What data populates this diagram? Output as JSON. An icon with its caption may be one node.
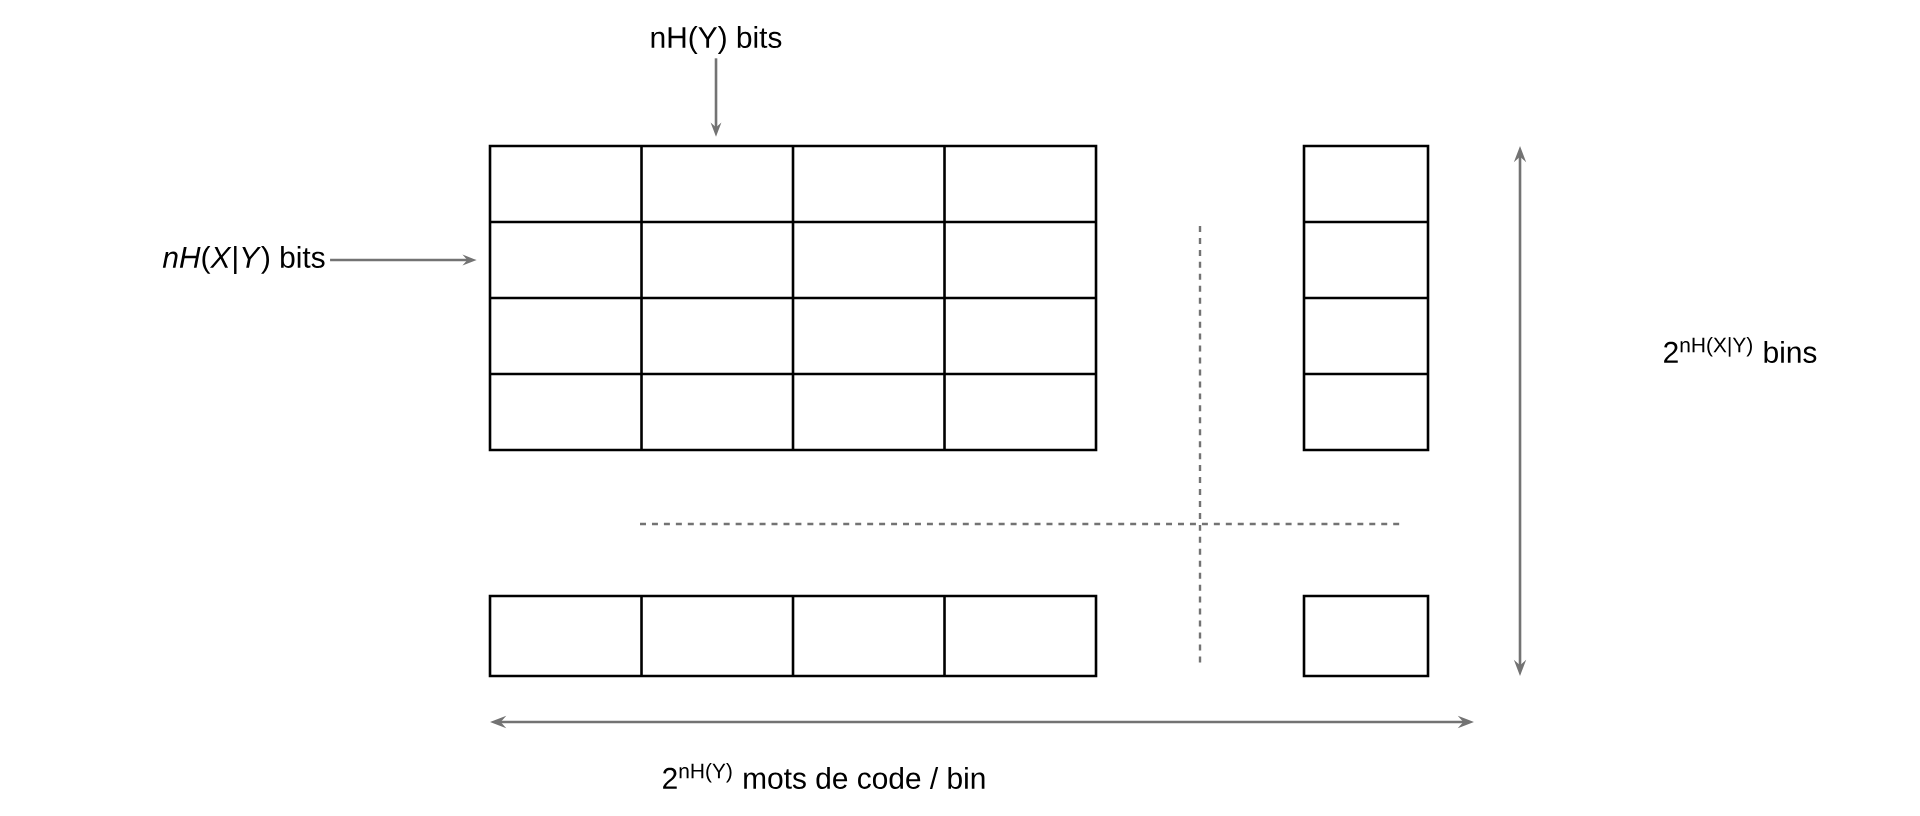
{
  "diagram": {
    "nodes": [
      {
        "text": [
          "nH(Y) bits"
        ]
      },
      {
        "text": [
          "*nH*(*X*|*Y*) bits"
        ]
      },
      {
        "text": [],
        "shape": "box"
      }
    ],
    "edges": [
      {
        "from": 0,
        "to": 2,
        "arrow": "to"
      },
      {
        "from": 1,
        "to": 2,
        "arrow": "to"
      }
    ],
    "labels": [
      "2$^{nH(X|Y)}$ bins",
      "2$^{nH(Y)}$ mots de code / bin"
    ]
  }
}
